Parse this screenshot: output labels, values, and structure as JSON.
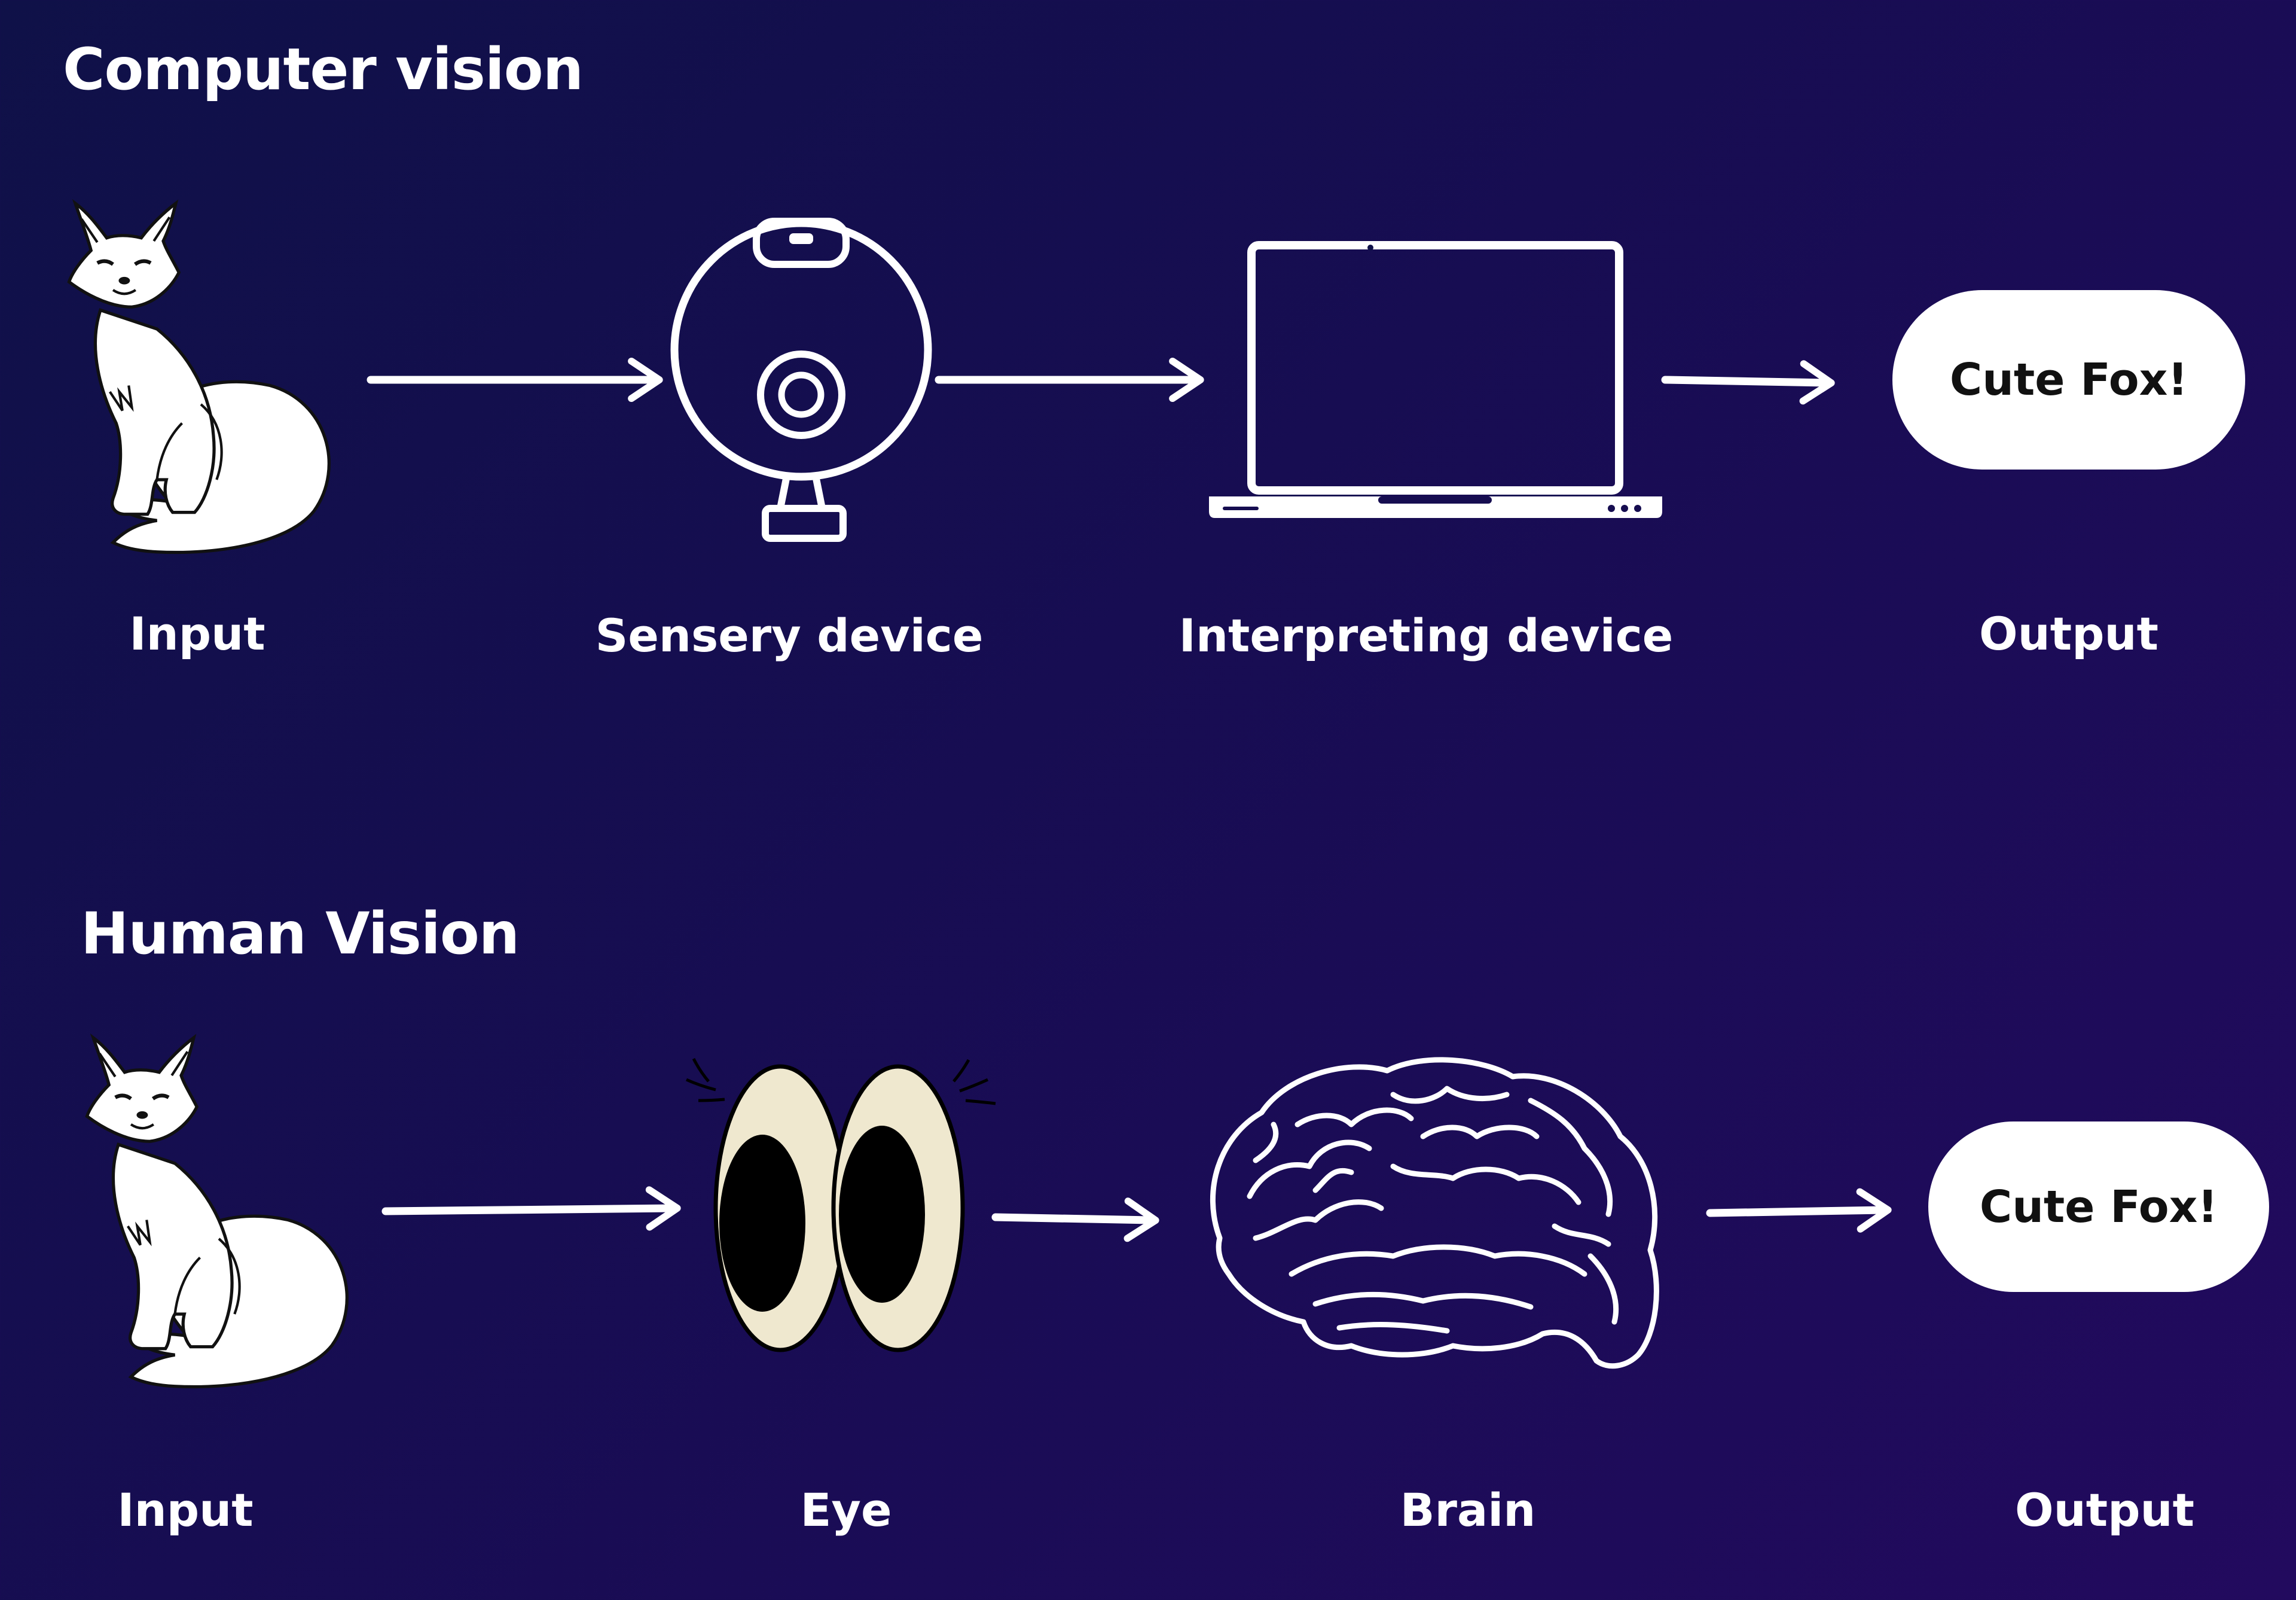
{
  "computer_vision": {
    "title": "Computer vision",
    "labels": {
      "input": "Input",
      "sensory": "Sensery device",
      "interpreting": "Interpreting device",
      "output": "Output"
    },
    "output_text": "Cute Fox!"
  },
  "human_vision": {
    "title": "Human Vision",
    "labels": {
      "input": "Input",
      "eye": "Eye",
      "brain": "Brain",
      "output": "Output"
    },
    "output_text": "Cute Fox!"
  },
  "icons": [
    "fox-icon",
    "webcam-icon",
    "laptop-icon",
    "eyes-icon",
    "brain-icon",
    "arrow-icon"
  ],
  "colors": {
    "background_start": "#0f1148",
    "background_end": "#220a5e",
    "foreground": "#ffffff",
    "eye_fill": "#efe8cf"
  }
}
